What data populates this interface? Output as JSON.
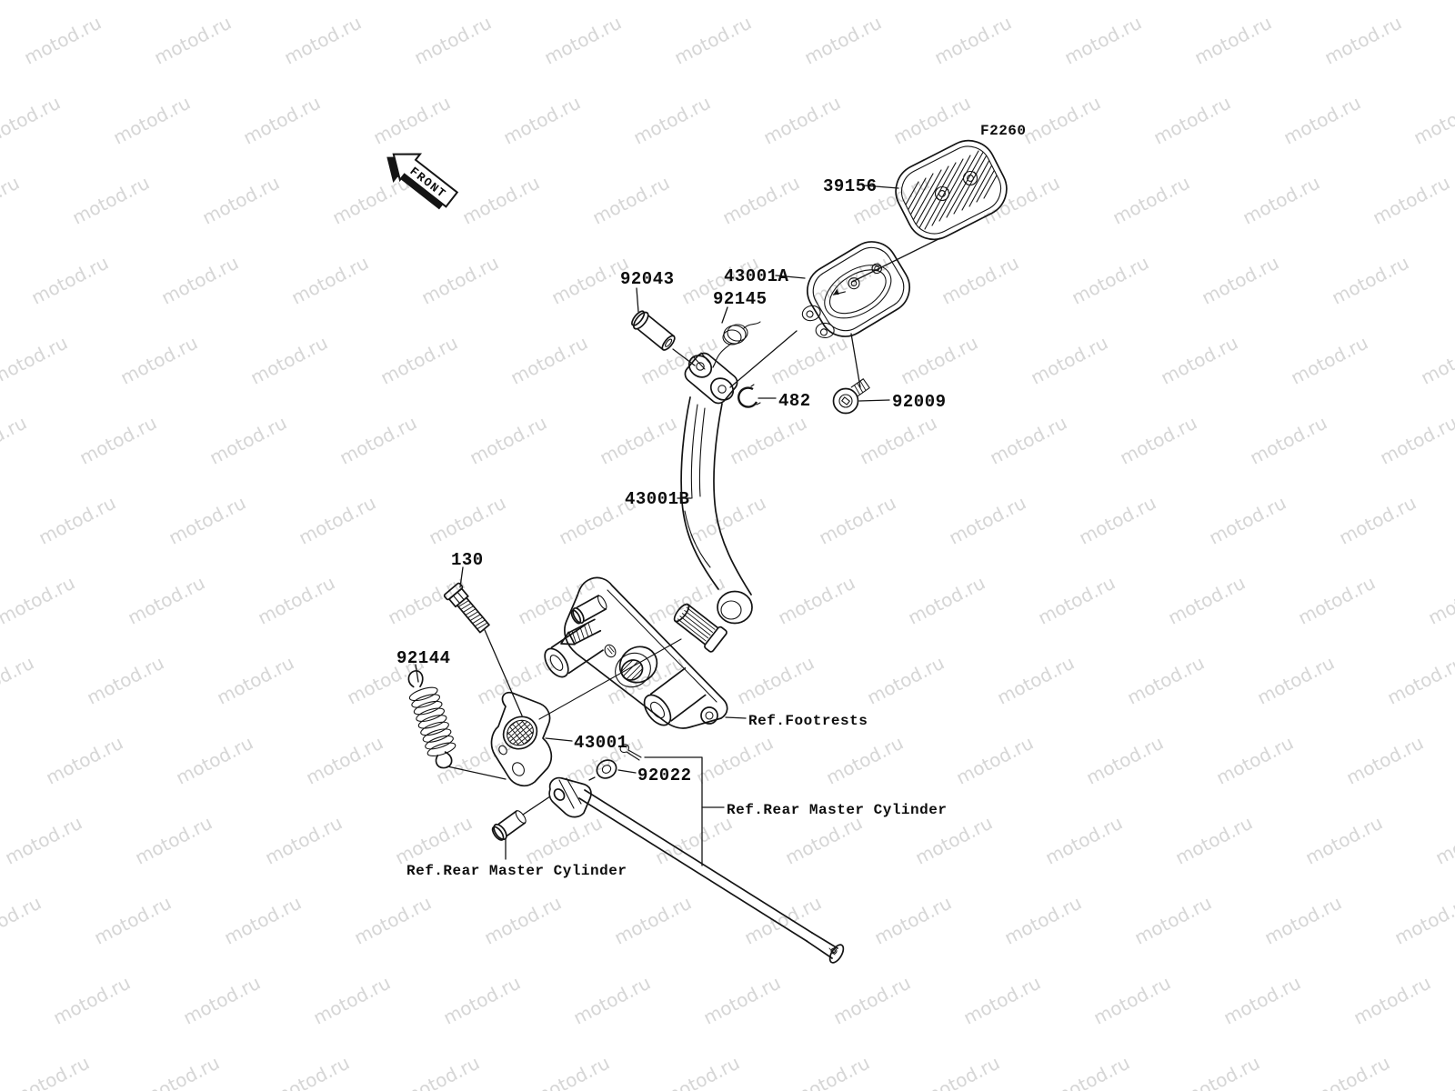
{
  "watermark": {
    "text": "motod.ru",
    "color": "#d6d6d6"
  },
  "figure": {
    "code": "F2260",
    "front_marker": "FRONT"
  },
  "parts": {
    "pedal_pad": "39156",
    "pedal_plate": "43001A",
    "pivot_pin": "92043",
    "spring_pedal": "92145",
    "circlip": "482",
    "bolt_pad": "92009",
    "pedal_arm": "43001B",
    "bolt_flanged": "130",
    "spring_return": "92144",
    "pedal_shaft_lever": "43001",
    "washer": "92022"
  },
  "references": {
    "footrests": "Ref.Footrests",
    "rear_master_cylinder_upper": "Ref.Rear Master Cylinder",
    "rear_master_cylinder_lower": "Ref.Rear Master Cylinder"
  }
}
